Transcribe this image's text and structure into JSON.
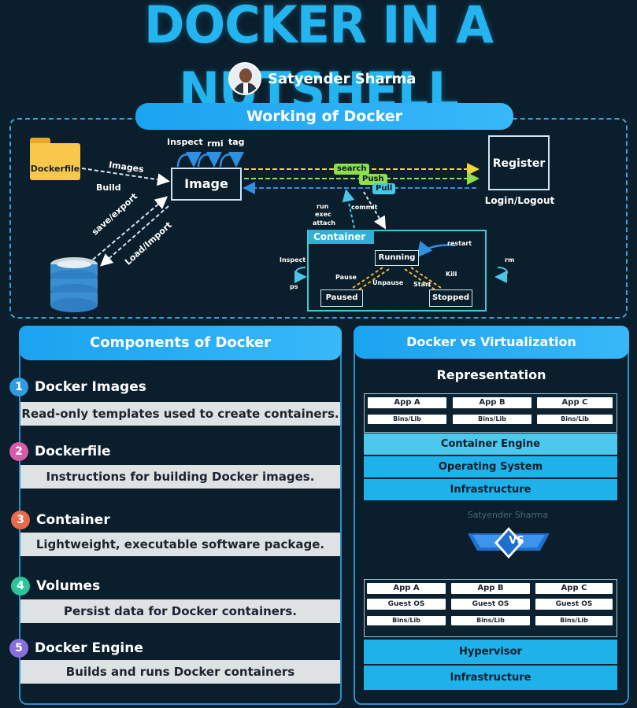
{
  "title": "DOCKER IN A NUTSHELL",
  "author": "Satyender Sharma",
  "working": {
    "header": "Working of Docker",
    "dockerfile": "Dockerfile",
    "images": "Images",
    "build": "Build",
    "image": "Image",
    "inspect": "Inspect",
    "rmi": "rmi",
    "tag": "tag",
    "search": "search",
    "push": "Push",
    "pull": "Pull",
    "register": "Register",
    "login_logout": "Login/Logout",
    "save_export": "save/export",
    "load_import": "Load/Import",
    "run": "run",
    "exec": "exec",
    "attach": "attach",
    "commit": "commit",
    "container": "Container",
    "running": "Running",
    "restart": "restart",
    "inspect2": "Inspect",
    "ps": "ps",
    "pause": "Pause",
    "unpause": "Unpause",
    "start": "Start",
    "kill": "Kill",
    "paused": "Paused",
    "stopped": "Stopped",
    "rm": "rm"
  },
  "components": {
    "header": "Components of Docker",
    "items": [
      {
        "num": "1",
        "title": "Docker Images",
        "desc": "Read-only templates used to create containers.",
        "color": "#2f9be0"
      },
      {
        "num": "2",
        "title": "Dockerfile",
        "desc": "Instructions for building Docker images.",
        "color": "#d85aa8"
      },
      {
        "num": "3",
        "title": "Container",
        "desc": "Lightweight, executable software package.",
        "color": "#e86a4a"
      },
      {
        "num": "4",
        "title": "Volumes",
        "desc": "Persist data for Docker containers.",
        "color": "#2cc49a"
      },
      {
        "num": "5",
        "title": "Docker Engine",
        "desc": "Builds and runs Docker containers",
        "color": "#8a6ee0"
      }
    ]
  },
  "virtualization": {
    "header": "Docker vs Virtualization Representation",
    "containers_stack": {
      "apps": [
        {
          "app": "App A",
          "bins": "Bins/Lib"
        },
        {
          "app": "App B",
          "bins": "Bins/Lib"
        },
        {
          "app": "App C",
          "bins": "Bins/Lib"
        }
      ],
      "engine": "Container Engine",
      "os": "Operating System",
      "infra": "Infrastructure"
    },
    "watermark": "Satyender Sharma",
    "vs": "VS",
    "vm_stack": {
      "apps": [
        {
          "app": "App A",
          "guest": "Guest OS",
          "bins": "Bins/Lib"
        },
        {
          "app": "App B",
          "guest": "Guest OS",
          "bins": "Bins/Lib"
        },
        {
          "app": "App C",
          "guest": "Guest OS",
          "bins": "Bins/Lib"
        }
      ],
      "hypervisor": "Hypervisor",
      "infra": "Infrastructure"
    }
  },
  "colors": {
    "accent": "#24b4f0",
    "panel_border": "#2c8fce",
    "layer_light": "#4cc8ec",
    "layer_main": "#1fb2ea",
    "green_tag": "#8fdc4c"
  }
}
